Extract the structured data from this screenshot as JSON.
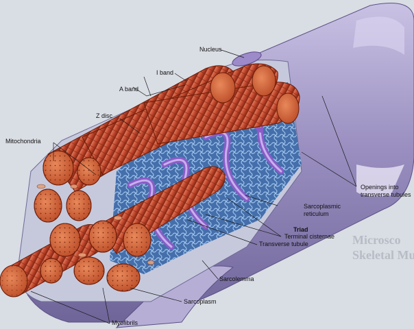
{
  "labels": {
    "nucleus": "Nucleus",
    "i_band": "I band",
    "a_band": "A band",
    "z_disc": "Z disc",
    "mitochondria": "Mitochondria",
    "openings": [
      "Openings into",
      "transverse tubules"
    ],
    "sarcoplasmic_reticulum": [
      "Sarcoplasmic",
      "reticulum"
    ],
    "triad": "Triad",
    "terminal_cisternae": "Terminal cisternae",
    "transverse_tubule": "Transverse tubule",
    "sarcolemma": "Sarcolemma",
    "sarcoplasm": "Sarcoplasm",
    "myofibrils": "Myofibrils"
  },
  "background_page_text": [
    "Microsco",
    "Skeletal Muscle"
  ],
  "colors": {
    "sarcolemma": "#9a8fc0",
    "myofibril": "#c0452c",
    "myofibril_dark": "#7e2410",
    "mitochondria": "#d2683f",
    "reticulum": "#4f7fc4",
    "t_tubule": "#8a5cc8",
    "leader_line": "#1a1a1a"
  }
}
